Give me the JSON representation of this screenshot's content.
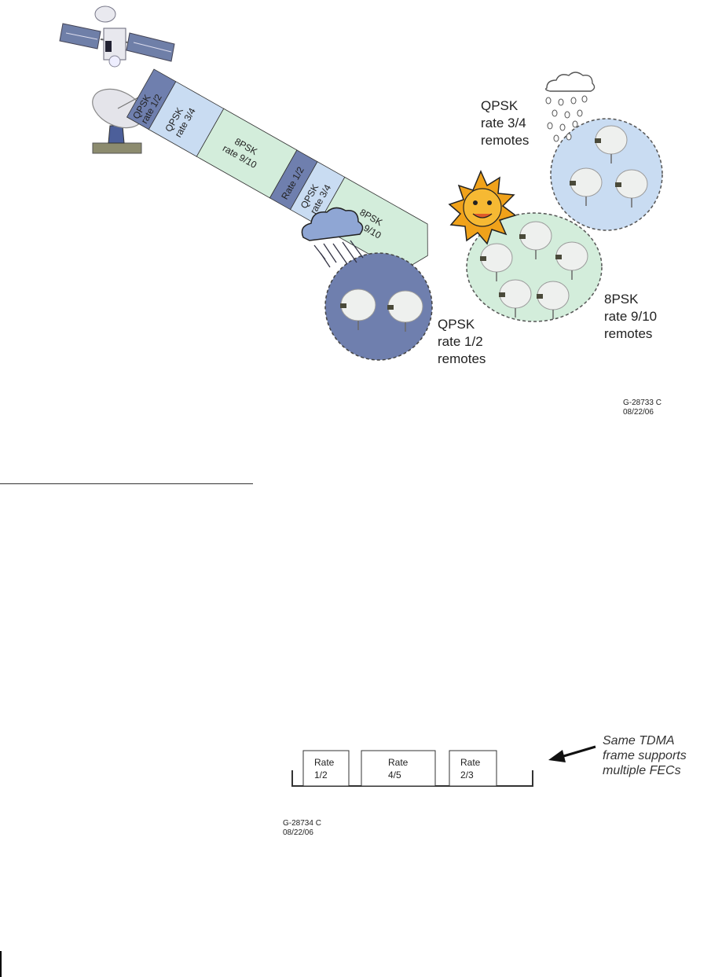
{
  "figure1": {
    "stream_segments": [
      {
        "label_line1": "QPSK",
        "label_line2": "rate 1/2"
      },
      {
        "label_line1": "QPSK",
        "label_line2": "rate 3/4"
      },
      {
        "label_line1": "8PSK",
        "label_line2": "rate 9/10"
      },
      {
        "label_line1": "Rate 1/2",
        "label_line2": ""
      },
      {
        "label_line1": "QPSK",
        "label_line2": "rate 3/4"
      },
      {
        "label_line1": "8PSK",
        "label_line2": "rate 9/10"
      }
    ],
    "groups": {
      "qpsk34": {
        "line1": "QPSK",
        "line2": "rate 3/4",
        "line3": "remotes"
      },
      "psk8_910": {
        "line1": "8PSK",
        "line2": "rate 9/10",
        "line3": "remotes"
      },
      "qpsk12": {
        "line1": "QPSK",
        "line2": "rate 1/2",
        "line3": "remotes"
      }
    },
    "code_line1": "G-28733 C",
    "code_line2": "08/22/06",
    "colors": {
      "dark_blue": "#6f7fae",
      "light_blue": "#c9dcf2",
      "light_green": "#d3eddb"
    }
  },
  "figure2": {
    "blocks": [
      {
        "line1": "Rate",
        "line2": "1/2"
      },
      {
        "line1": "Rate",
        "line2": "4/5"
      },
      {
        "line1": "Rate",
        "line2": "2/3"
      }
    ],
    "annotation_line1": "Same TDMA",
    "annotation_line2": "frame supports",
    "annotation_line3": "multiple FECs",
    "code_line1": "G-28734 C",
    "code_line2": "08/22/06"
  }
}
